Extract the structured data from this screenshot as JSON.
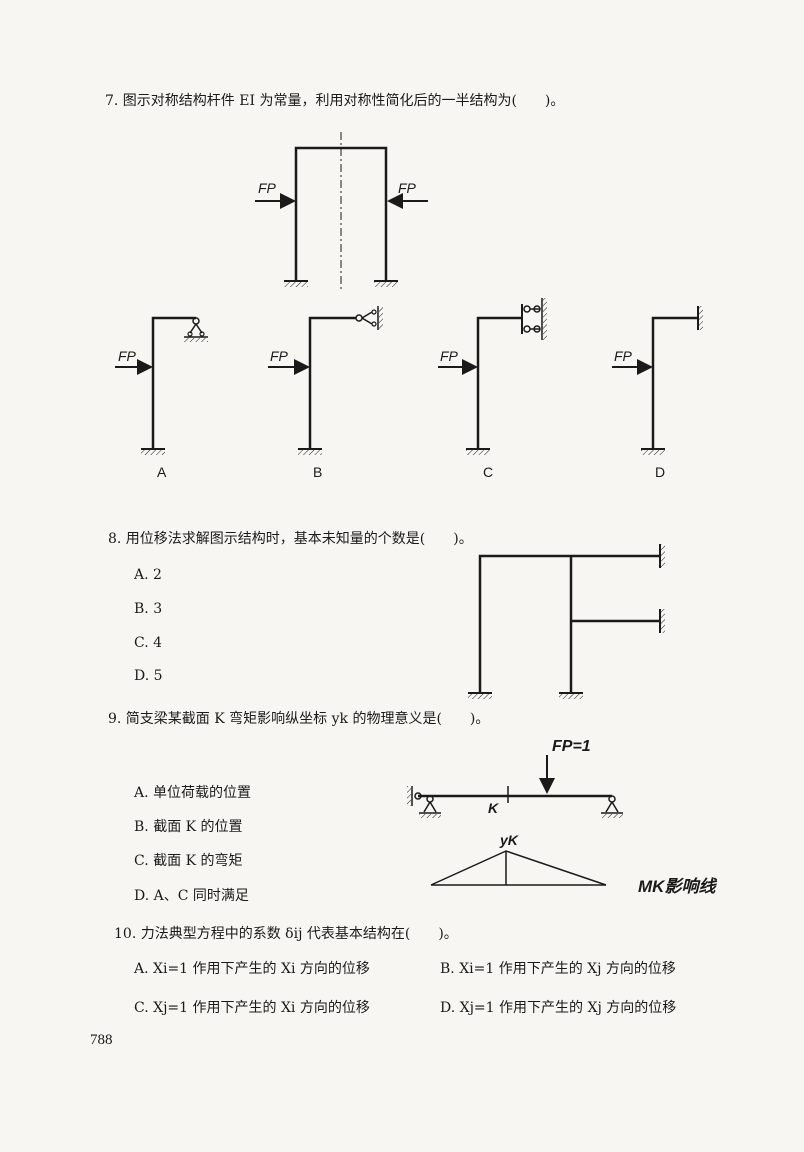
{
  "page_number": "788",
  "q7": {
    "text": "7. 图示对称结构杆件 EI 为常量，利用对称性简化后的一半结构为(　　)。",
    "load_label": "FP",
    "options": [
      "A",
      "B",
      "C",
      "D"
    ]
  },
  "q8": {
    "text": "8. 用位移法求解图示结构时，基本未知量的个数是(　　)。",
    "options": [
      "A. 2",
      "B. 3",
      "C. 4",
      "D. 5"
    ]
  },
  "q9": {
    "text": "9. 简支梁某截面 K 弯矩影响纵坐标 yk 的物理意义是(　　)。",
    "options": [
      "A. 单位荷载的位置",
      "B. 截面 K 的位置",
      "C. 截面 K 的弯矩",
      "D. A、C 同时满足"
    ],
    "load_label": "FP=1",
    "section_label": "K",
    "ordinate_label": "yK",
    "influence_label": "MK影响线"
  },
  "q10": {
    "text": "10. 力法典型方程中的系数 δij 代表基本结构在(　　)。",
    "options": [
      "A. Xi=1 作用下产生的 Xi 方向的位移",
      "B. Xi=1 作用下产生的 Xj 方向的位移",
      "C. Xj=1 作用下产生的 Xi 方向的位移",
      "D. Xj=1 作用下产生的 Xj 方向的位移"
    ]
  }
}
